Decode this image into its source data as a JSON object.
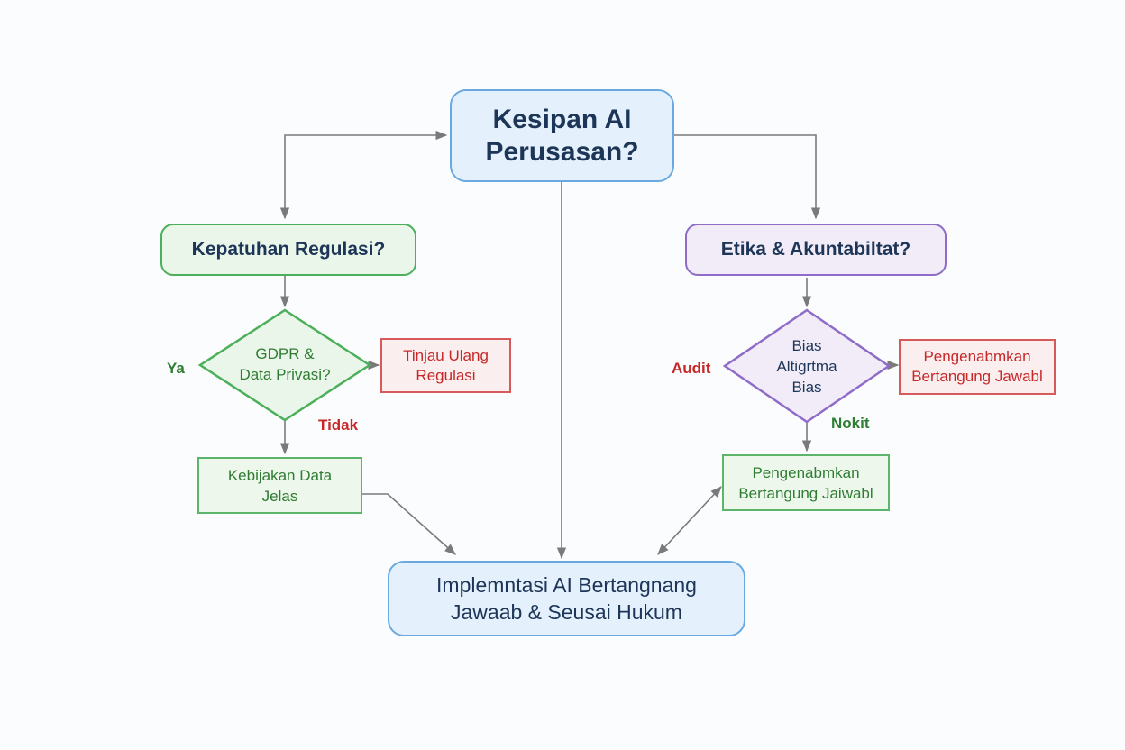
{
  "nodes": {
    "root": "Kesipan AI\nPerusasan?",
    "regulasi": "Kepatuhan Regulasi?",
    "etika": "Etika & Akuntabiltat?",
    "gdpr": "GDPR &\nData Privasi?",
    "bias": "Bias\nAltigrtma\nBias",
    "tinjau": "Tinjau Ulang\nRegulasi",
    "pengembangan_red": "Pengenabmkan\nBertangung Jawabl",
    "kebijakan": "Kebijakan Data\nJelas",
    "pengembangan_green": "Pengenabmkan\nBertangung Jaiwabl",
    "implementasi": "Implemntasi AI Bertangnang\nJawaab & Seusai Hukum"
  },
  "edge_labels": {
    "ya": "Ya",
    "tidak": "Tidak",
    "audit": "Audit",
    "nokit": "Nokit"
  },
  "colors": {
    "blue_border": "#6aa9e0",
    "blue_fill": "#e4f0fc",
    "green_border": "#4caf5a",
    "green_fill": "#eaf6ea",
    "purple_border": "#8f6cc8",
    "purple_fill": "#f1ecf8",
    "red_border": "#d65a5a",
    "red_fill": "#fbeeee",
    "green_text": "#2f7d32",
    "red_text": "#c62828",
    "navy_text": "#1d3557",
    "arrow": "#7a7a7a"
  }
}
